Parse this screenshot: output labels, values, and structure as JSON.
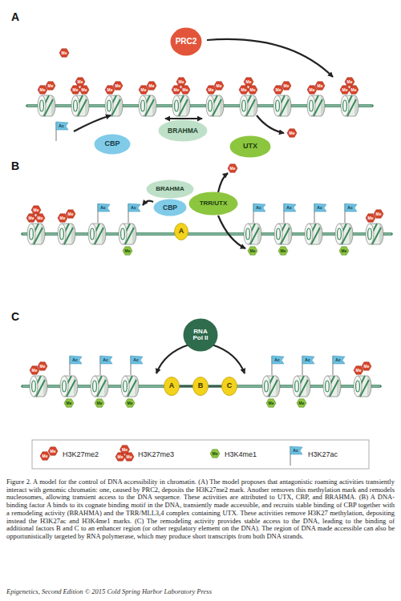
{
  "diagram": {
    "caption": "Figure 2. A model for the control of DNA accessibility in chromatin. (A) The model proposes that antagonistic roaming activities transiently interact with genomic chromatin: one, caused by PRC2, deposits the H3K27me2 mark. Another removes this methylation mark and remodels nucleosomes, allowing transient access to the DNA sequence. These activities are attributed to UTX, CBP, and BRAHMA. (B) A DNA-binding factor A binds to its cognate binding motif in the DNA, transiently made accessible, and recruits stable binding of CBP together with a remodeling activity (BRAHMA) and the TRR/MLL3,4 complex containing UTX. These activities remove H3K27 methylation, depositing instead the H3K27ac and H3K4me1 marks. (C) The remodeling activity provides stable access to the DNA, leading to the binding of additional factors B and C to an enhancer region (or other regulatory element on the DNA). The region of DNA made accessible can also be opportunistically targeted by RNA polymerase, which may produce short transcripts from both DNA strands.",
    "nodes": [
      {
        "text": [
          "PRC2"
        ]
      },
      {
        "text": [
          "CBP"
        ]
      },
      {
        "text": [
          "BRAHMA"
        ]
      },
      {
        "text": [
          "UTX"
        ]
      },
      {
        "text": [
          "BRAHMA"
        ]
      },
      {
        "text": [
          "CBP"
        ]
      },
      {
        "text": [
          "TRR/UTX"
        ]
      },
      {
        "text": [
          "A"
        ]
      },
      {
        "text": [
          "RNA Pol II"
        ]
      },
      {
        "text": [
          "A"
        ]
      },
      {
        "text": [
          "B"
        ]
      },
      {
        "text": [
          "C"
        ]
      }
    ],
    "edges": [
      {
        "from": 9,
        "to": 10,
        "arrow": "none"
      },
      {
        "from": 10,
        "to": 11,
        "arrow": "none"
      }
    ],
    "labels": [
      "A",
      "B",
      "C",
      "Me",
      "Me",
      "Me",
      "Me",
      "Me",
      "Me",
      "Me",
      "Me",
      "Me",
      "Me",
      "Me",
      "Me",
      "Me",
      "Me",
      "Me",
      "Me",
      "Me",
      "Me",
      "Me",
      "Me",
      "Me",
      "Me",
      "Me",
      "Me",
      "Me",
      "Ac",
      "Me",
      "Me",
      "Me",
      "Me",
      "Me",
      "Me",
      "Ac",
      "Ac",
      "Me",
      "Ac",
      "Me",
      "Ac",
      "Me",
      "Ac",
      "Ac",
      "Me",
      "Me",
      "Me",
      "Me",
      "Me",
      "Me",
      "Ac",
      "Me",
      "Ac",
      "Me",
      "Ac",
      "Me",
      "Ac",
      "Me",
      "Ac",
      "Me",
      "Ac",
      "Me",
      "Me",
      "Me",
      "Me",
      "Me",
      "Me",
      "Me",
      "Me",
      "Ac",
      "Epigenetics, Second Edition © 2015 Cold Spring Harbor Laboratory Press"
    ],
    "legend": [
      {
        "text": "H3K27me2"
      },
      {
        "text": "H3K27me3"
      },
      {
        "text": "H3K4me1"
      },
      {
        "text": "H3K27ac"
      }
    ]
  }
}
